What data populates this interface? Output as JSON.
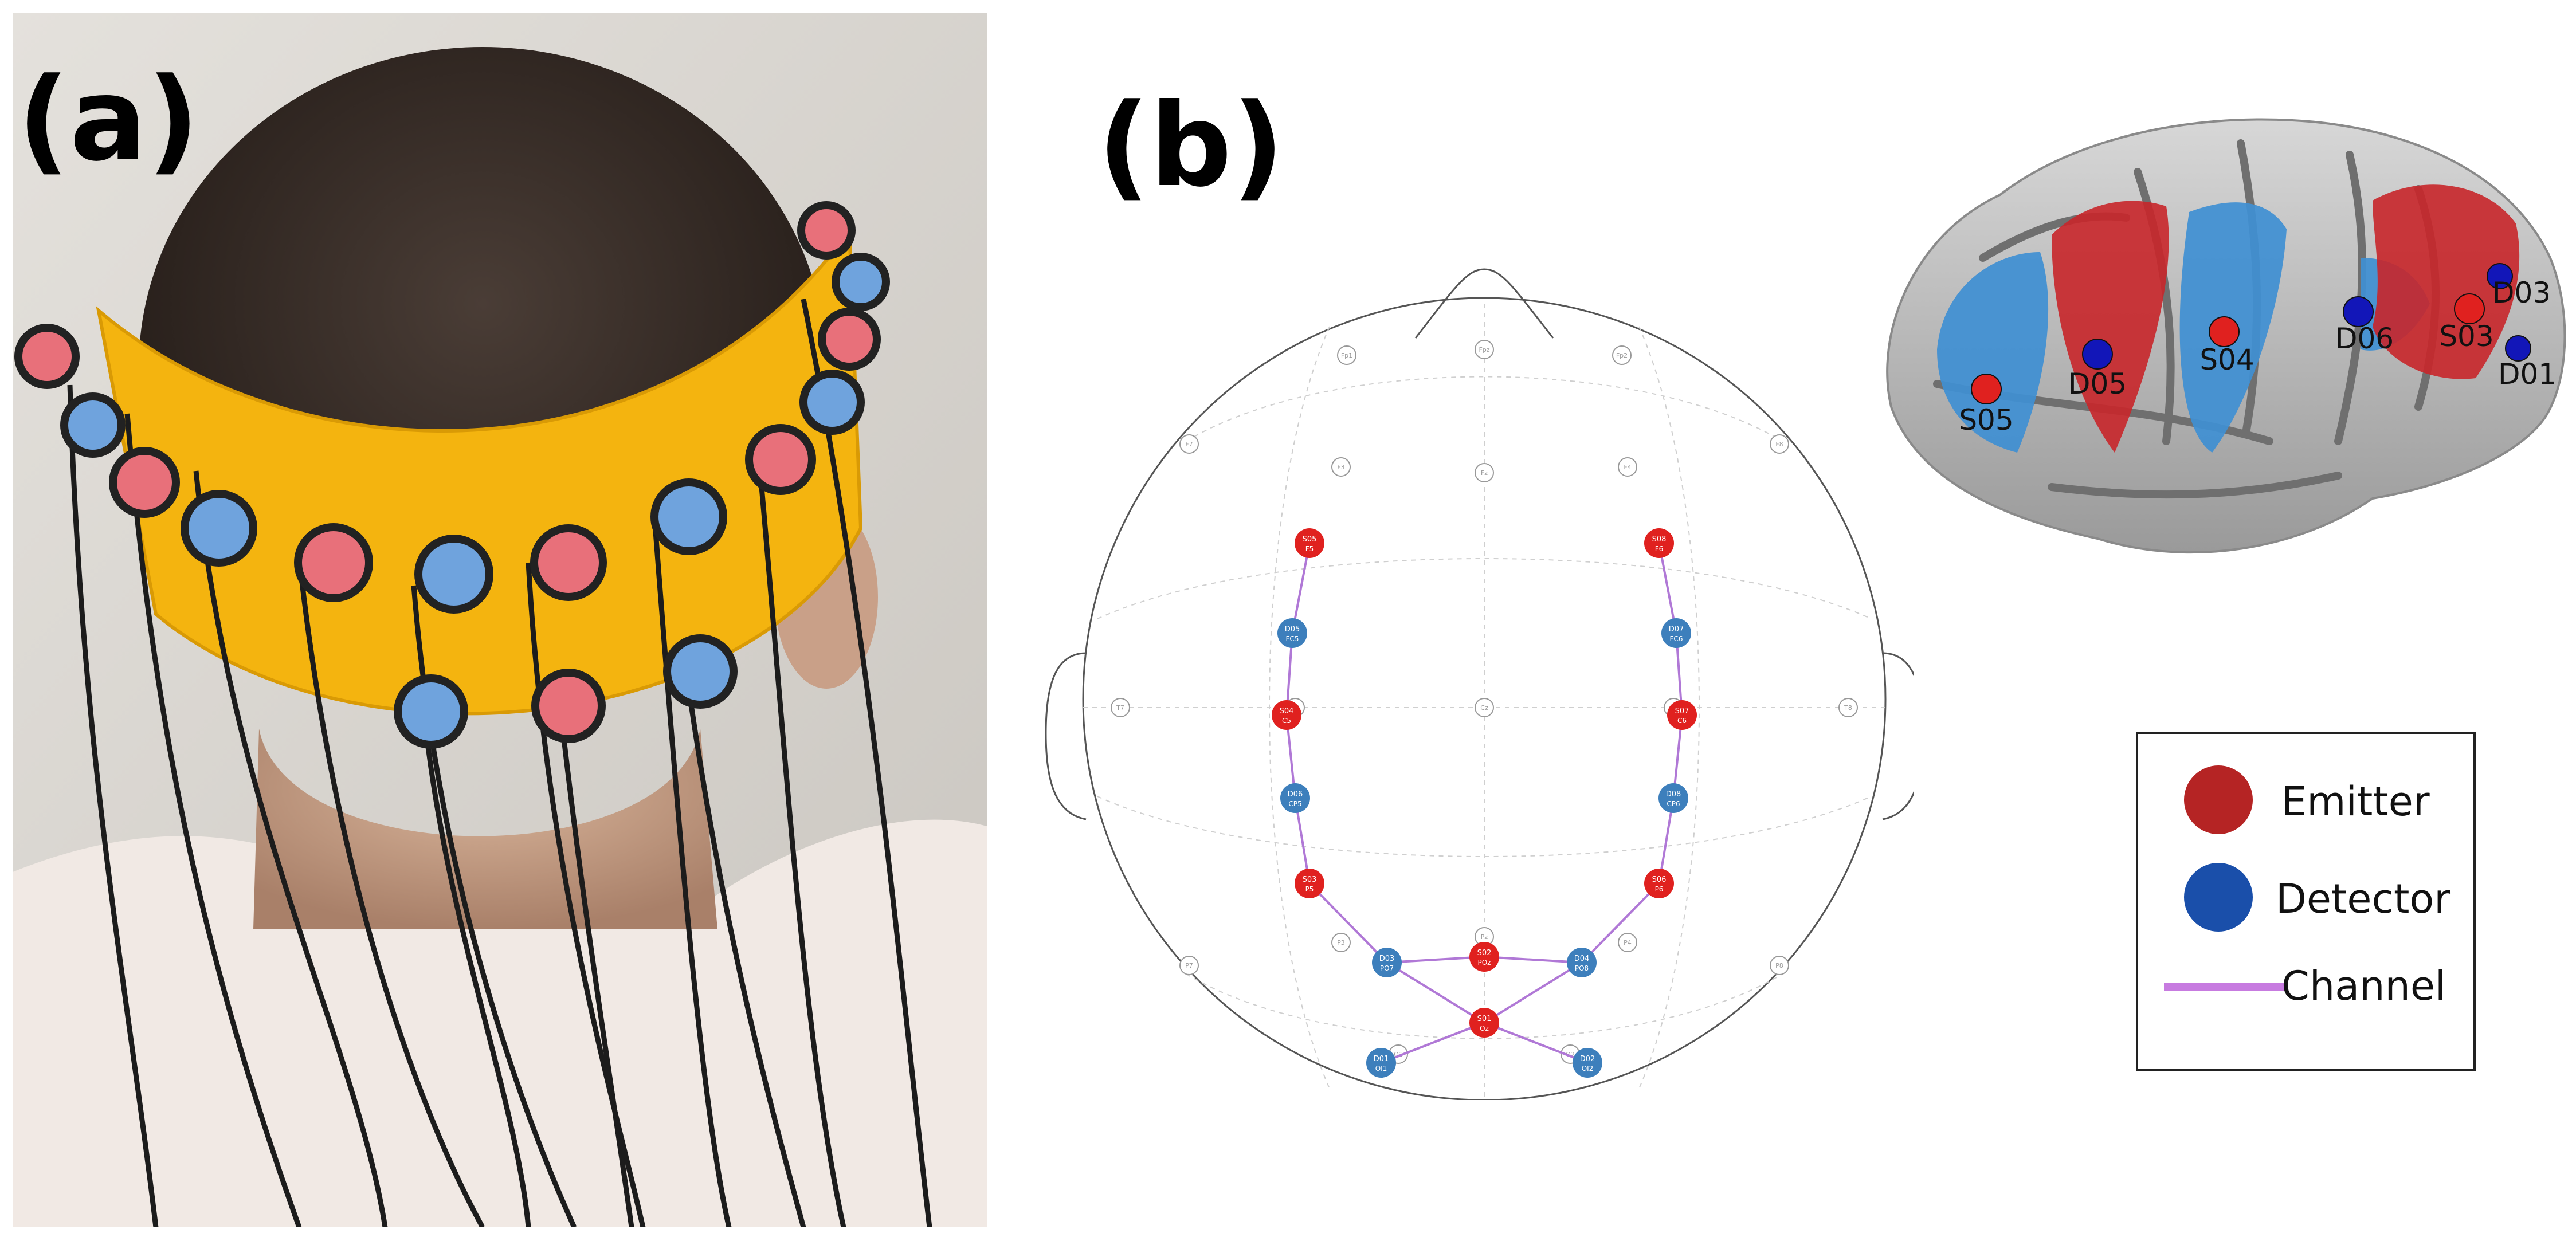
{
  "panels": {
    "a": {
      "label": "(a)"
    },
    "b": {
      "label": "(b)"
    }
  },
  "colors": {
    "emitter": "#e0211f",
    "detector": "#3d7fbc",
    "channel": "#b078d6",
    "emitter_legend": "#b52424",
    "detector_legend": "#1a4faa",
    "cap_yellow": "#f4b40f",
    "hair": "#3a2e28"
  },
  "montage": {
    "reference_points": [
      {
        "id": "fp1",
        "label": "Fp1"
      },
      {
        "id": "fpz",
        "label": "Fpz"
      },
      {
        "id": "fp2",
        "label": "Fp2"
      },
      {
        "id": "f7",
        "label": "F7"
      },
      {
        "id": "f3",
        "label": "F3"
      },
      {
        "id": "fz",
        "label": "Fz"
      },
      {
        "id": "f4",
        "label": "F4"
      },
      {
        "id": "f8",
        "label": "F8"
      },
      {
        "id": "t7",
        "label": "T7"
      },
      {
        "id": "c3",
        "label": "C3"
      },
      {
        "id": "cz",
        "label": "Cz"
      },
      {
        "id": "c4",
        "label": "C4"
      },
      {
        "id": "t8",
        "label": "T8"
      },
      {
        "id": "p7",
        "label": "P7"
      },
      {
        "id": "p3",
        "label": "P3"
      },
      {
        "id": "pz",
        "label": "Pz"
      },
      {
        "id": "p4",
        "label": "P4"
      },
      {
        "id": "p8",
        "label": "P8"
      },
      {
        "id": "o1",
        "label": "O1"
      },
      {
        "id": "o2",
        "label": "O2"
      }
    ],
    "optodes": [
      {
        "id": "S05",
        "site": "F5",
        "kind": "emitter"
      },
      {
        "id": "D05",
        "site": "FC5",
        "kind": "detector"
      },
      {
        "id": "S04",
        "site": "C5",
        "kind": "emitter"
      },
      {
        "id": "D06",
        "site": "CP5",
        "kind": "detector"
      },
      {
        "id": "S03",
        "site": "P5",
        "kind": "emitter"
      },
      {
        "id": "D03",
        "site": "PO7",
        "kind": "detector"
      },
      {
        "id": "S02",
        "site": "POz",
        "kind": "emitter"
      },
      {
        "id": "D04",
        "site": "PO8",
        "kind": "detector"
      },
      {
        "id": "S01",
        "site": "Oz",
        "kind": "emitter"
      },
      {
        "id": "D01",
        "site": "OI1",
        "kind": "detector"
      },
      {
        "id": "D02",
        "site": "OI2",
        "kind": "detector"
      },
      {
        "id": "S08",
        "site": "F6",
        "kind": "emitter"
      },
      {
        "id": "D07",
        "site": "FC6",
        "kind": "detector"
      },
      {
        "id": "S07",
        "site": "C6",
        "kind": "emitter"
      },
      {
        "id": "D08",
        "site": "CP6",
        "kind": "detector"
      },
      {
        "id": "S06",
        "site": "P6",
        "kind": "emitter"
      }
    ],
    "channels": [
      [
        "S05",
        "D05"
      ],
      [
        "D05",
        "S04"
      ],
      [
        "S04",
        "D06"
      ],
      [
        "D06",
        "S03"
      ],
      [
        "S03",
        "D03"
      ],
      [
        "D03",
        "S02"
      ],
      [
        "S02",
        "D04"
      ],
      [
        "D03",
        "S01"
      ],
      [
        "S01",
        "D04"
      ],
      [
        "S01",
        "D01"
      ],
      [
        "S01",
        "D02"
      ],
      [
        "S08",
        "D07"
      ],
      [
        "D07",
        "S07"
      ],
      [
        "S07",
        "D08"
      ],
      [
        "D08",
        "S06"
      ],
      [
        "S06",
        "D04"
      ]
    ]
  },
  "brain": {
    "labels": [
      {
        "id": "S05",
        "kind": "emitter"
      },
      {
        "id": "D05",
        "kind": "detector"
      },
      {
        "id": "S04",
        "kind": "emitter"
      },
      {
        "id": "D06",
        "kind": "detector"
      },
      {
        "id": "S03",
        "kind": "emitter"
      },
      {
        "id": "D03",
        "kind": "detector"
      },
      {
        "id": "D01",
        "kind": "detector"
      }
    ]
  },
  "legend": {
    "emitter": "Emitter",
    "detector": "Detector",
    "channel": "Channel"
  }
}
